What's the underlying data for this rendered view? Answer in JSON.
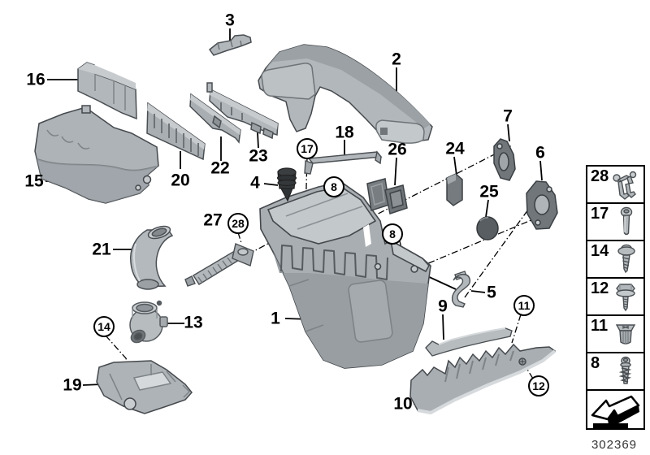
{
  "diagram": {
    "doc_number": "302369",
    "callouts": [
      {
        "text": "3"
      },
      {
        "text": "16"
      },
      {
        "text": "2"
      },
      {
        "text": "18"
      },
      {
        "text": "26"
      },
      {
        "text": "24"
      },
      {
        "text": "7"
      },
      {
        "text": "6"
      },
      {
        "text": "17"
      },
      {
        "text": "25"
      },
      {
        "text": "8"
      },
      {
        "text": "4"
      },
      {
        "text": "22"
      },
      {
        "text": "23"
      },
      {
        "text": "20"
      },
      {
        "text": "15"
      },
      {
        "text": "27"
      },
      {
        "text": "28"
      },
      {
        "text": "8"
      },
      {
        "text": "21"
      },
      {
        "text": "13"
      },
      {
        "text": "14"
      },
      {
        "text": "19"
      },
      {
        "text": "1"
      },
      {
        "text": "9"
      },
      {
        "text": "5"
      },
      {
        "text": "11"
      },
      {
        "text": "12"
      },
      {
        "text": "10"
      }
    ]
  },
  "legend": {
    "items": [
      {
        "label": "28",
        "icon": "holder-bracket-icon"
      },
      {
        "label": "17",
        "icon": "pan-head-screw-icon"
      },
      {
        "label": "14",
        "icon": "washer-tapping-screw-icon"
      },
      {
        "label": "12",
        "icon": "hex-washer-bolt-icon"
      },
      {
        "label": "11",
        "icon": "expanding-nut-icon"
      },
      {
        "label": "8",
        "icon": "coarse-thread-screw-icon"
      }
    ],
    "direction_arrow_icon": "direction-of-travel-arrow-icon"
  },
  "colors": {
    "background": "#ffffff",
    "part_light": "#c7cbce",
    "part_mid": "#b2b7bb",
    "part_dark": "#8b9195",
    "part_darker": "#70767a",
    "rubber_black": "#34383b",
    "line": "#000000"
  }
}
